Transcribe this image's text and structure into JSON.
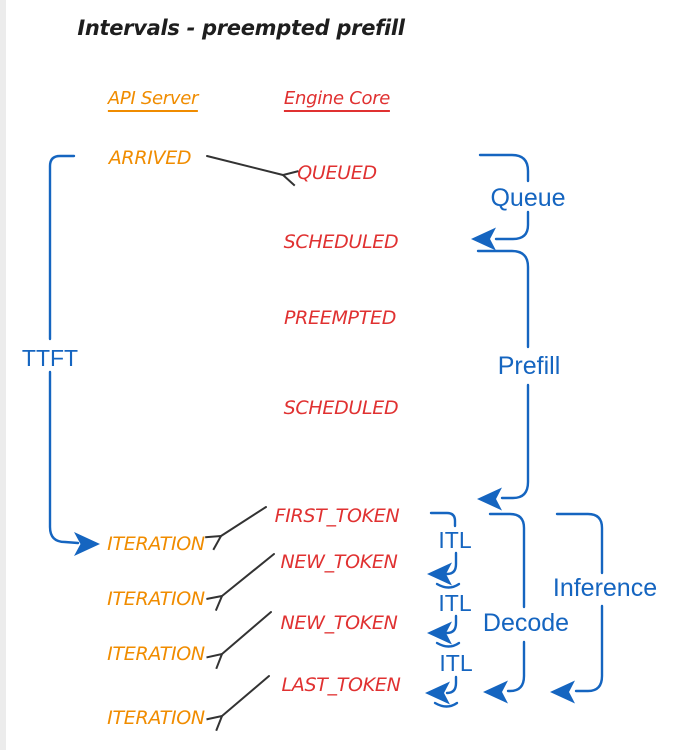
{
  "title": "Intervals - preempted prefill",
  "columns": {
    "api_server": "API Server",
    "engine_core": "Engine Core"
  },
  "api_events": {
    "arrived": "ARRIVED",
    "iteration1": "ITERATION",
    "iteration2": "ITERATION",
    "iteration3": "ITERATION",
    "iteration4": "ITERATION"
  },
  "engine_events": {
    "queued": "QUEUED",
    "scheduled1": "SCHEDULED",
    "preempted": "PREEMPTED",
    "scheduled2": "SCHEDULED",
    "first_token": "FIRST_TOKEN",
    "new_token1": "NEW_TOKEN",
    "new_token2": "NEW_TOKEN",
    "last_token": "LAST_TOKEN"
  },
  "intervals": {
    "ttft": "TTFT",
    "queue": "Queue",
    "prefill": "Prefill",
    "itl1": "ITL",
    "itl2": "ITL",
    "itl3": "ITL",
    "decode": "Decode",
    "inference": "Inference"
  },
  "colors": {
    "api_server_orange": "#f08c00",
    "engine_core_red": "#e03131",
    "interval_blue": "#1565c0",
    "title_ink": "#1e1e1e",
    "arrow_black": "#333333"
  }
}
